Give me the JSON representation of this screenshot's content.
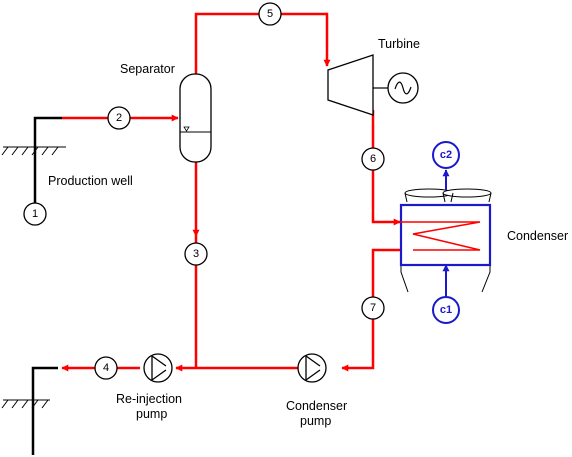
{
  "labels": {
    "separator": "Separator",
    "turbine": "Turbine",
    "production_well": "Production well",
    "condenser": "Condenser",
    "reinjection_pump_1": "Re-injection",
    "reinjection_pump_2": "pump",
    "condenser_pump_1": "Condenser",
    "condenser_pump_2": "pump"
  },
  "state_points": {
    "p1": "1",
    "p2": "2",
    "p3": "3",
    "p4": "4",
    "p5": "5",
    "p6": "6",
    "p7": "7"
  },
  "cooling_points": {
    "c1": "c1",
    "c2": "c2"
  },
  "colors": {
    "process_line": "#ff0000",
    "cooling_line": "#1a1acc",
    "condenser_box": "#1a1acc",
    "equipment": "#000000"
  },
  "icons": {
    "generator": "ac-sine-icon",
    "pump": "pump-icon"
  }
}
